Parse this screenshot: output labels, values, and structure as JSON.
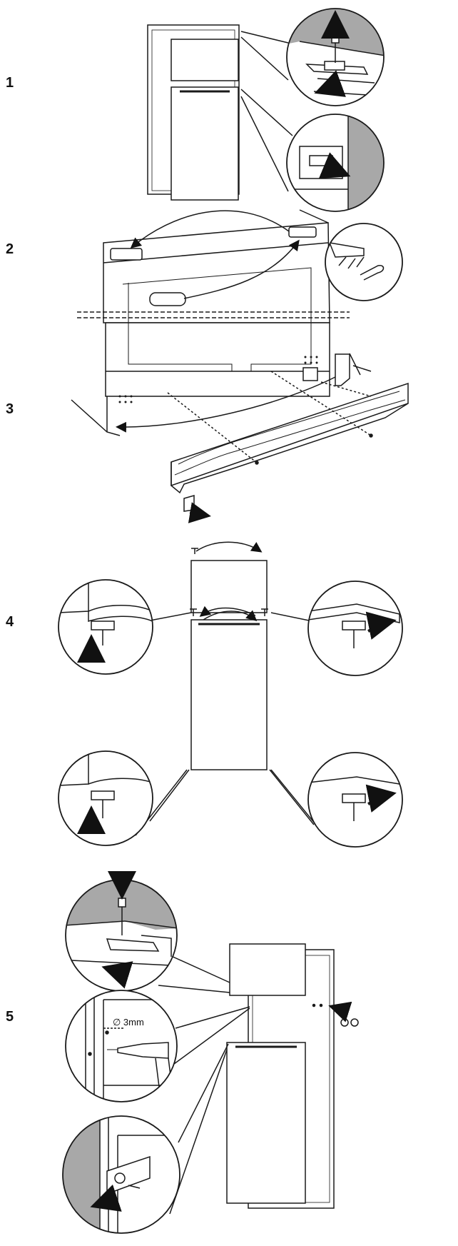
{
  "steps": [
    {
      "number": "1"
    },
    {
      "number": "2"
    },
    {
      "number": "3"
    },
    {
      "number": "4"
    },
    {
      "number": "5"
    }
  ],
  "drill_label": "∅ 3mm",
  "colors": {
    "line": "#1a1a1a",
    "wall_shade": "#a8a8a8",
    "arrow": "#111111",
    "background": "#ffffff"
  }
}
